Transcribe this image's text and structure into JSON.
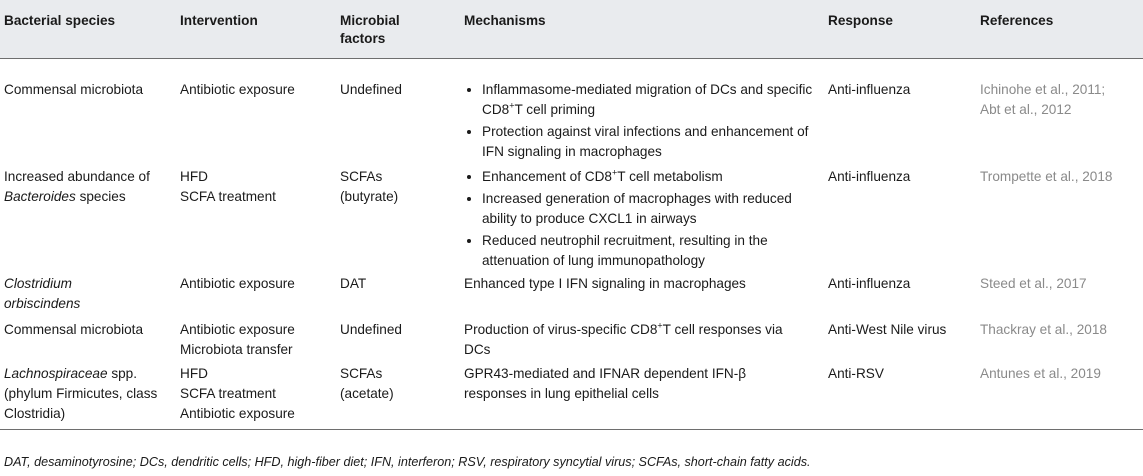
{
  "headers": [
    "Bacterial species",
    "Intervention",
    "Microbial factors",
    "Mechanisms",
    "Response",
    "References"
  ],
  "rows": [
    {
      "species": "Commensal microbiota",
      "intervention": [
        "Antibiotic exposure"
      ],
      "factors": "Undefined",
      "mechanisms": [
        {
          "pre": "Inflammasome-mediated migration of DCs and specific CD8",
          "sup": "+",
          "post": "T cell priming"
        },
        {
          "pre": "Protection against viral infections and enhancement of IFN signaling in macrophages",
          "sup": "",
          "post": ""
        }
      ],
      "response": "Anti-influenza",
      "references": [
        "Ichinohe et al., 2011;",
        "Abt et al., 2012"
      ]
    },
    {
      "species_pre": "Increased abundance of ",
      "species_italic": "Bacteroides",
      "species_post": " species",
      "intervention": [
        "HFD",
        "SCFA treatment"
      ],
      "factors": "SCFAs (butyrate)",
      "mechanisms": [
        {
          "pre": "Enhancement of CD8",
          "sup": "+",
          "post": "T cell metabolism"
        },
        {
          "pre": "Increased generation of macrophages with reduced ability to produce CXCL1 in airways",
          "sup": "",
          "post": ""
        },
        {
          "pre": "Reduced neutrophil recruitment, resulting in the attenuation of lung immunopathology",
          "sup": "",
          "post": ""
        }
      ],
      "response": "Anti-influenza",
      "references": [
        "Trompette et al., 2018"
      ]
    },
    {
      "species_italic": "Clostridium orbiscindens",
      "intervention": [
        "Antibiotic exposure"
      ],
      "factors": "DAT",
      "mechanism_text": "Enhanced type I IFN signaling in macrophages",
      "response": "Anti-influenza",
      "references": [
        "Steed et al., 2017"
      ]
    },
    {
      "species": "Commensal microbiota",
      "intervention": [
        "Antibiotic exposure",
        "Microbiota transfer"
      ],
      "factors": "Undefined",
      "mechanism_pre": "Production of virus-specific CD8",
      "mechanism_sup": "+",
      "mechanism_post": "T cell responses via DCs",
      "response": "Anti-West Nile virus",
      "references": [
        "Thackray et al., 2018"
      ]
    },
    {
      "species_italic": "Lachnospiraceae",
      "species_post": " spp. (phylum Firmicutes, class Clostridia)",
      "intervention": [
        "HFD",
        "SCFA treatment",
        "Antibiotic exposure"
      ],
      "factors": "SCFAs (acetate)",
      "mechanism_text": "GPR43-mediated and IFNAR dependent IFN-β responses in lung epithelial cells",
      "response": "Anti-RSV",
      "references": [
        "Antunes et al., 2019"
      ]
    }
  ],
  "footnote": "DAT, desaminotyrosine; DCs, dendritic cells; HFD, high-fiber diet; IFN, interferon; RSV, respiratory syncytial virus; SCFAs, short-chain fatty acids."
}
